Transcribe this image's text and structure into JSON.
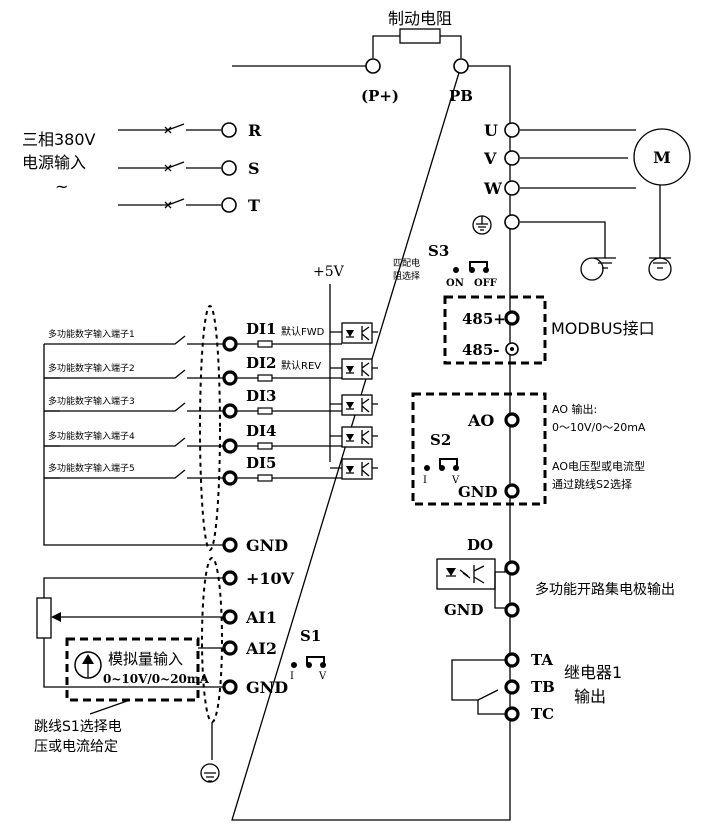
{
  "title": "制动电阻",
  "power": {
    "label_line1": "三相380V",
    "label_line2": "电源输入",
    "label_line3": "~"
  },
  "dc_terminals": {
    "p_plus": "(P+)",
    "pb": "PB"
  },
  "input_terminals": [
    "R",
    "S",
    "T"
  ],
  "output_terminals": [
    "U",
    "V",
    "W"
  ],
  "motor": "M",
  "s3": {
    "label": "S3",
    "caption_line1": "匹配电",
    "caption_line2": "阻选择",
    "on": "ON",
    "off": "OFF"
  },
  "plus5v": "+5V",
  "modbus": {
    "t1": "485+",
    "t2": "485-",
    "label": "MODBUS接口"
  },
  "di_inputs": [
    {
      "terminal": "DI1",
      "desc": "多功能数字输入端子1",
      "default": "默认FWD"
    },
    {
      "terminal": "DI2",
      "desc": "多功能数字输入端子2",
      "default": "默认REV"
    },
    {
      "terminal": "DI3",
      "desc": "多功能数字输入端子3",
      "default": ""
    },
    {
      "terminal": "DI4",
      "desc": "多功能数字输入端子4",
      "default": ""
    },
    {
      "terminal": "DI5",
      "desc": "多功能数字输入端子5",
      "default": ""
    }
  ],
  "gnd": "GND",
  "ao": {
    "terminal": "AO",
    "switch": "S2",
    "gnd": "GND",
    "i": "I",
    "v": "V",
    "note_line1": "AO 输出:",
    "note_line2": "0～10V/0～20mA",
    "note_line3": "AO电压型或电流型",
    "note_line4": "通过跳线S2选择"
  },
  "do": {
    "label": "DO",
    "gnd": "GND",
    "desc": "多功能开路集电极输出"
  },
  "analog": {
    "p10v": "+10V",
    "ai1": "AI1",
    "ai2": "AI2",
    "gnd": "GND",
    "box_line1": "模拟量输入",
    "box_line2": "0~10V/0~20mA",
    "s1": "S1",
    "i": "I",
    "v": "V",
    "note_line1": "跳线S1选择电",
    "note_line2": "压或电流给定"
  },
  "relay": {
    "ta": "TA",
    "tb": "TB",
    "tc": "TC",
    "label_line1": "继电器1",
    "label_line2": "输出"
  }
}
